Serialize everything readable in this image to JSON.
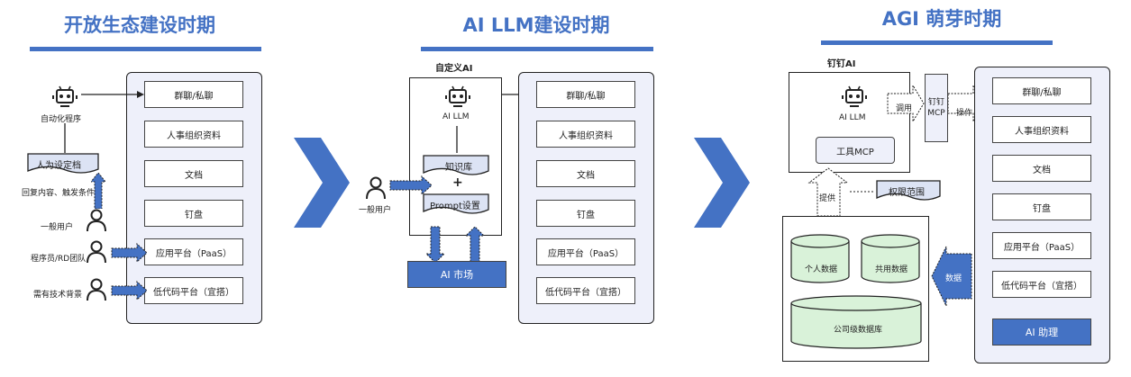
{
  "sections": [
    {
      "title": "开放生态建设时期"
    },
    {
      "title": "AI  LLM建设时期"
    },
    {
      "title": "AGI  萌芽时期"
    }
  ],
  "s1": {
    "bot_label": "自动化程序",
    "config_doc": "人为设定档",
    "trigger_label": "回复内容、触发条件",
    "users": [
      "一般用户",
      "程序员/RD团队",
      "需有技术背景"
    ],
    "items": [
      "群聊/私聊",
      "人事组织资料",
      "文档",
      "钉盘",
      "应用平台（PaaS）",
      "低代码平台（宜搭）"
    ]
  },
  "s2": {
    "custom_ai_label": "自定义AI",
    "ai_llm": "AI LLM",
    "kb": "知识库",
    "plus": "+",
    "prompt": "Prompt设置",
    "user": "一般用户",
    "market": "AI 市场",
    "items": [
      "群聊/私聊",
      "人事组织资料",
      "文档",
      "钉盘",
      "应用平台（PaaS）",
      "低代码平台（宜搭）"
    ]
  },
  "s3": {
    "dingtalk_ai_label": "钉钉AI",
    "ai_llm": "AI LLM",
    "tool_mcp": "工具MCP",
    "invoke": "调用",
    "mcp_box": "钉钉\nMCP",
    "operate": "操作",
    "provide": "提供",
    "permission": "权限范围",
    "data_arrow": "数据",
    "db_personal": "个人数据",
    "db_shared": "共用数据",
    "db_company": "公司级数据库",
    "items": [
      "群聊/私聊",
      "人事组织资料",
      "文档",
      "钉盘",
      "应用平台（PaaS）",
      "低代码平台（宜搭）",
      "AI 助理"
    ]
  },
  "colors": {
    "accent": "#4472c4",
    "panel": "#eef0fa",
    "db": "#d9f2d9"
  }
}
